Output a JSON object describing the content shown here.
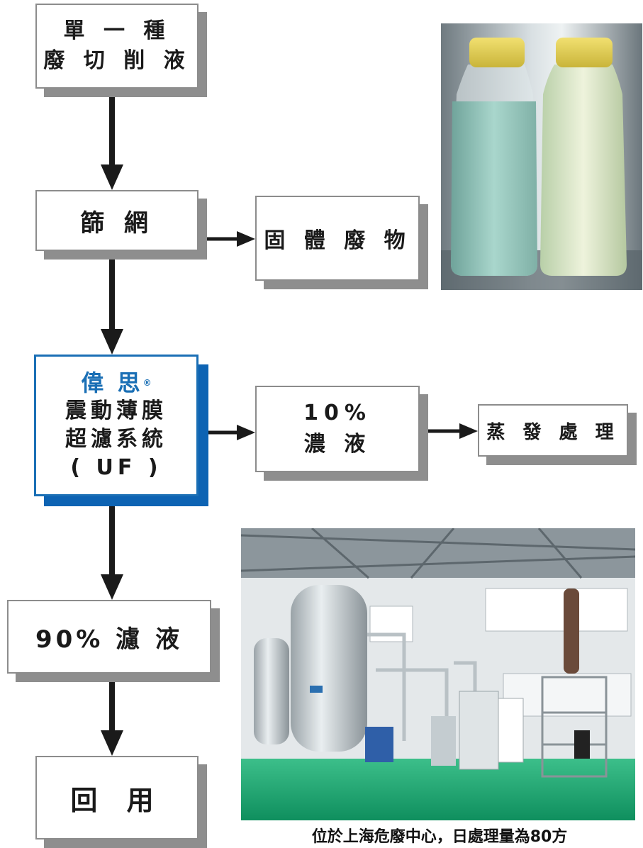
{
  "nodes": {
    "single_fluid": [
      "單 一 種",
      "廢 切 削 液"
    ],
    "screen": "篩 網",
    "solid_waste": "固 體 廢 物",
    "system": {
      "brand": "偉 思",
      "lines": [
        "震動薄膜",
        "超濾系統",
        "( UF )"
      ]
    },
    "concentrate": [
      "10%",
      "濃  液"
    ],
    "evaporation": "蒸 發 處 理",
    "filtrate": "90% 濾 液",
    "reuse": "回 用"
  },
  "photos": {
    "bottles": "bottles-photo",
    "plant": "plant-photo"
  },
  "caption": "位於上海危廢中心，日處理量為80方",
  "colors": {
    "brand_blue": "#1a6fb5",
    "shadow_gray": "#8e8e8e"
  }
}
